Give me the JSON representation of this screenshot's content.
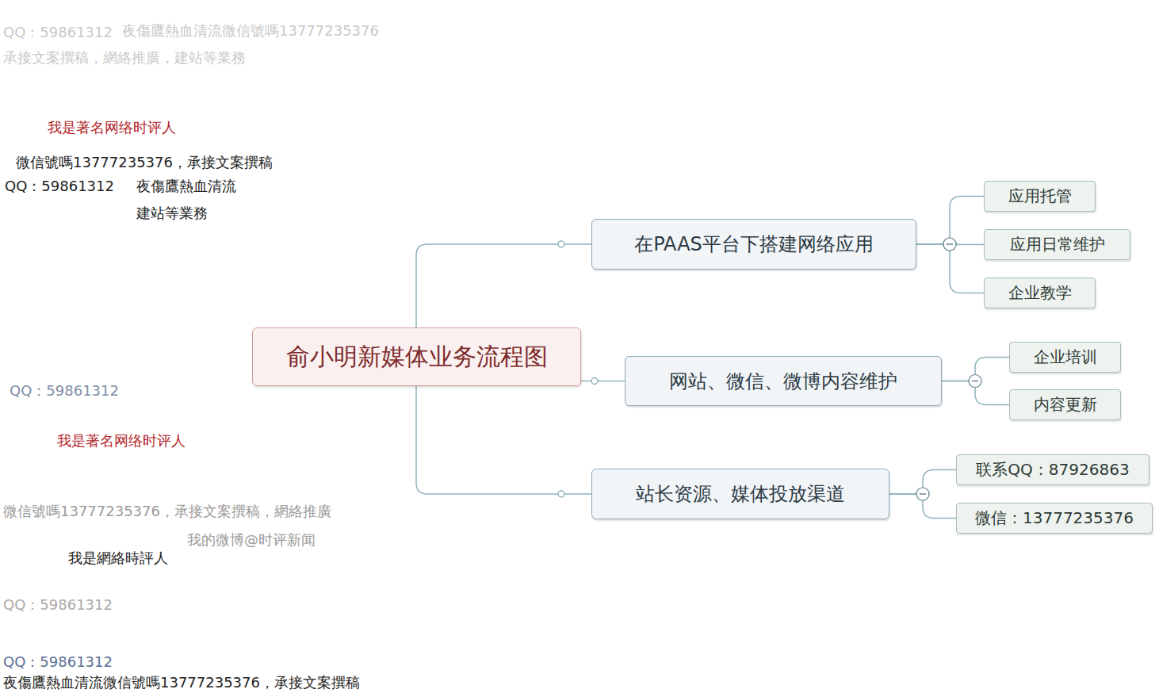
{
  "diagram": {
    "nodes": [
      {
        "text": [
          "俞小明新媒体业务流程图"
        ]
      },
      {
        "text": [
          "在PAAS平台下搭建网络应用"
        ]
      },
      {
        "text": [
          "应用托管"
        ]
      },
      {
        "text": [
          "应用日常维护"
        ]
      },
      {
        "text": [
          "企业教学"
        ]
      },
      {
        "text": [
          "网站、微信、微博内容维护"
        ]
      },
      {
        "text": [
          "企业培训"
        ]
      },
      {
        "text": [
          "内容更新"
        ]
      },
      {
        "text": [
          "站长资源、媒体投放渠道"
        ]
      },
      {
        "text": [
          "联系QQ：87926863"
        ]
      },
      {
        "text": [
          "微信：13777235376"
        ]
      }
    ],
    "edges": [
      {
        "from": 0,
        "to": 1,
        "arrow": "none"
      },
      {
        "from": 0,
        "to": 5,
        "arrow": "none"
      },
      {
        "from": 0,
        "to": 8,
        "arrow": "none"
      },
      {
        "from": 1,
        "to": 2,
        "arrow": "none"
      },
      {
        "from": 1,
        "to": 3,
        "arrow": "none"
      },
      {
        "from": 1,
        "to": 4,
        "arrow": "none"
      },
      {
        "from": 5,
        "to": 6,
        "arrow": "none"
      },
      {
        "from": 5,
        "to": 7,
        "arrow": "none"
      },
      {
        "from": 8,
        "to": 9,
        "arrow": "none"
      },
      {
        "from": 8,
        "to": 10,
        "arrow": "none"
      }
    ],
    "labels": [
      "QQ：59861312",
      "夜傷鷹熱血清流微信號嗎13777235376",
      "承接文案撰稿，網絡推廣，建站等業務",
      "我是著名网络时评人",
      "微信號嗎13777235376，承接文案撰稿",
      "QQ：59861312",
      "夜傷鷹熱血清流",
      "建站等業務",
      "QQ：59861312",
      "我是著名网络时评人",
      "微信號嗎13777235376，承接文案撰稿，網絡推廣",
      "我的微博@时评新闻",
      "我是網絡時評人",
      "QQ：59861312",
      "QQ：59861312",
      "夜傷鷹熱血清流微信號嗎13777235376，承接文案撰稿"
    ]
  }
}
